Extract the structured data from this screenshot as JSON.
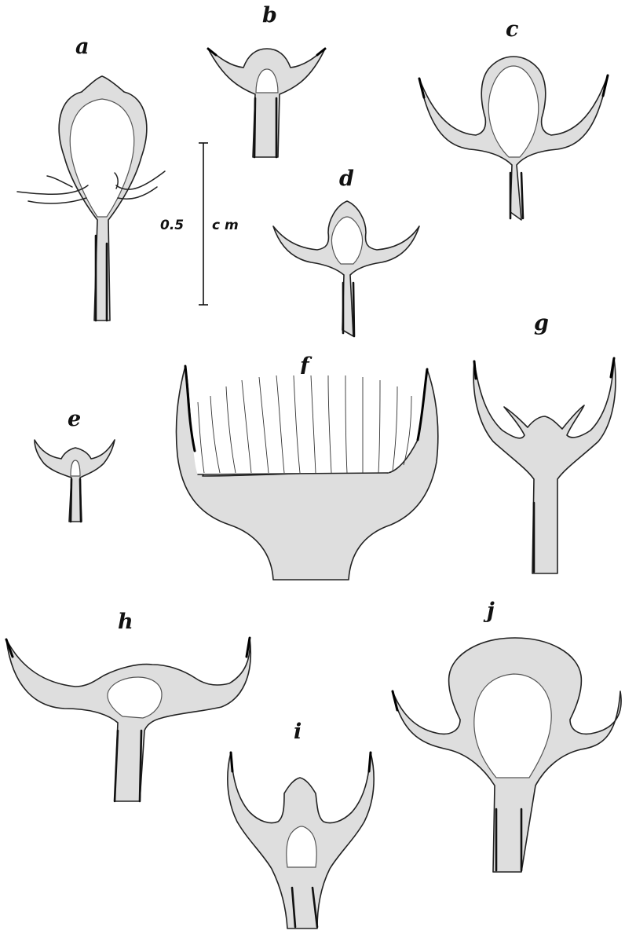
{
  "figure": {
    "panels": [
      {
        "key": "a",
        "label": "a"
      },
      {
        "key": "b",
        "label": "b"
      },
      {
        "key": "c",
        "label": "c"
      },
      {
        "key": "d",
        "label": "d"
      },
      {
        "key": "e",
        "label": "e"
      },
      {
        "key": "f",
        "label": "f"
      },
      {
        "key": "g",
        "label": "g"
      },
      {
        "key": "h",
        "label": "h"
      },
      {
        "key": "i",
        "label": "i"
      },
      {
        "key": "j",
        "label": "j"
      }
    ],
    "scale_bar": {
      "value": "0.5",
      "unit": "c m"
    }
  },
  "colors": {
    "ink": "#111111",
    "shading": "#dedede",
    "background": "#ffffff"
  }
}
